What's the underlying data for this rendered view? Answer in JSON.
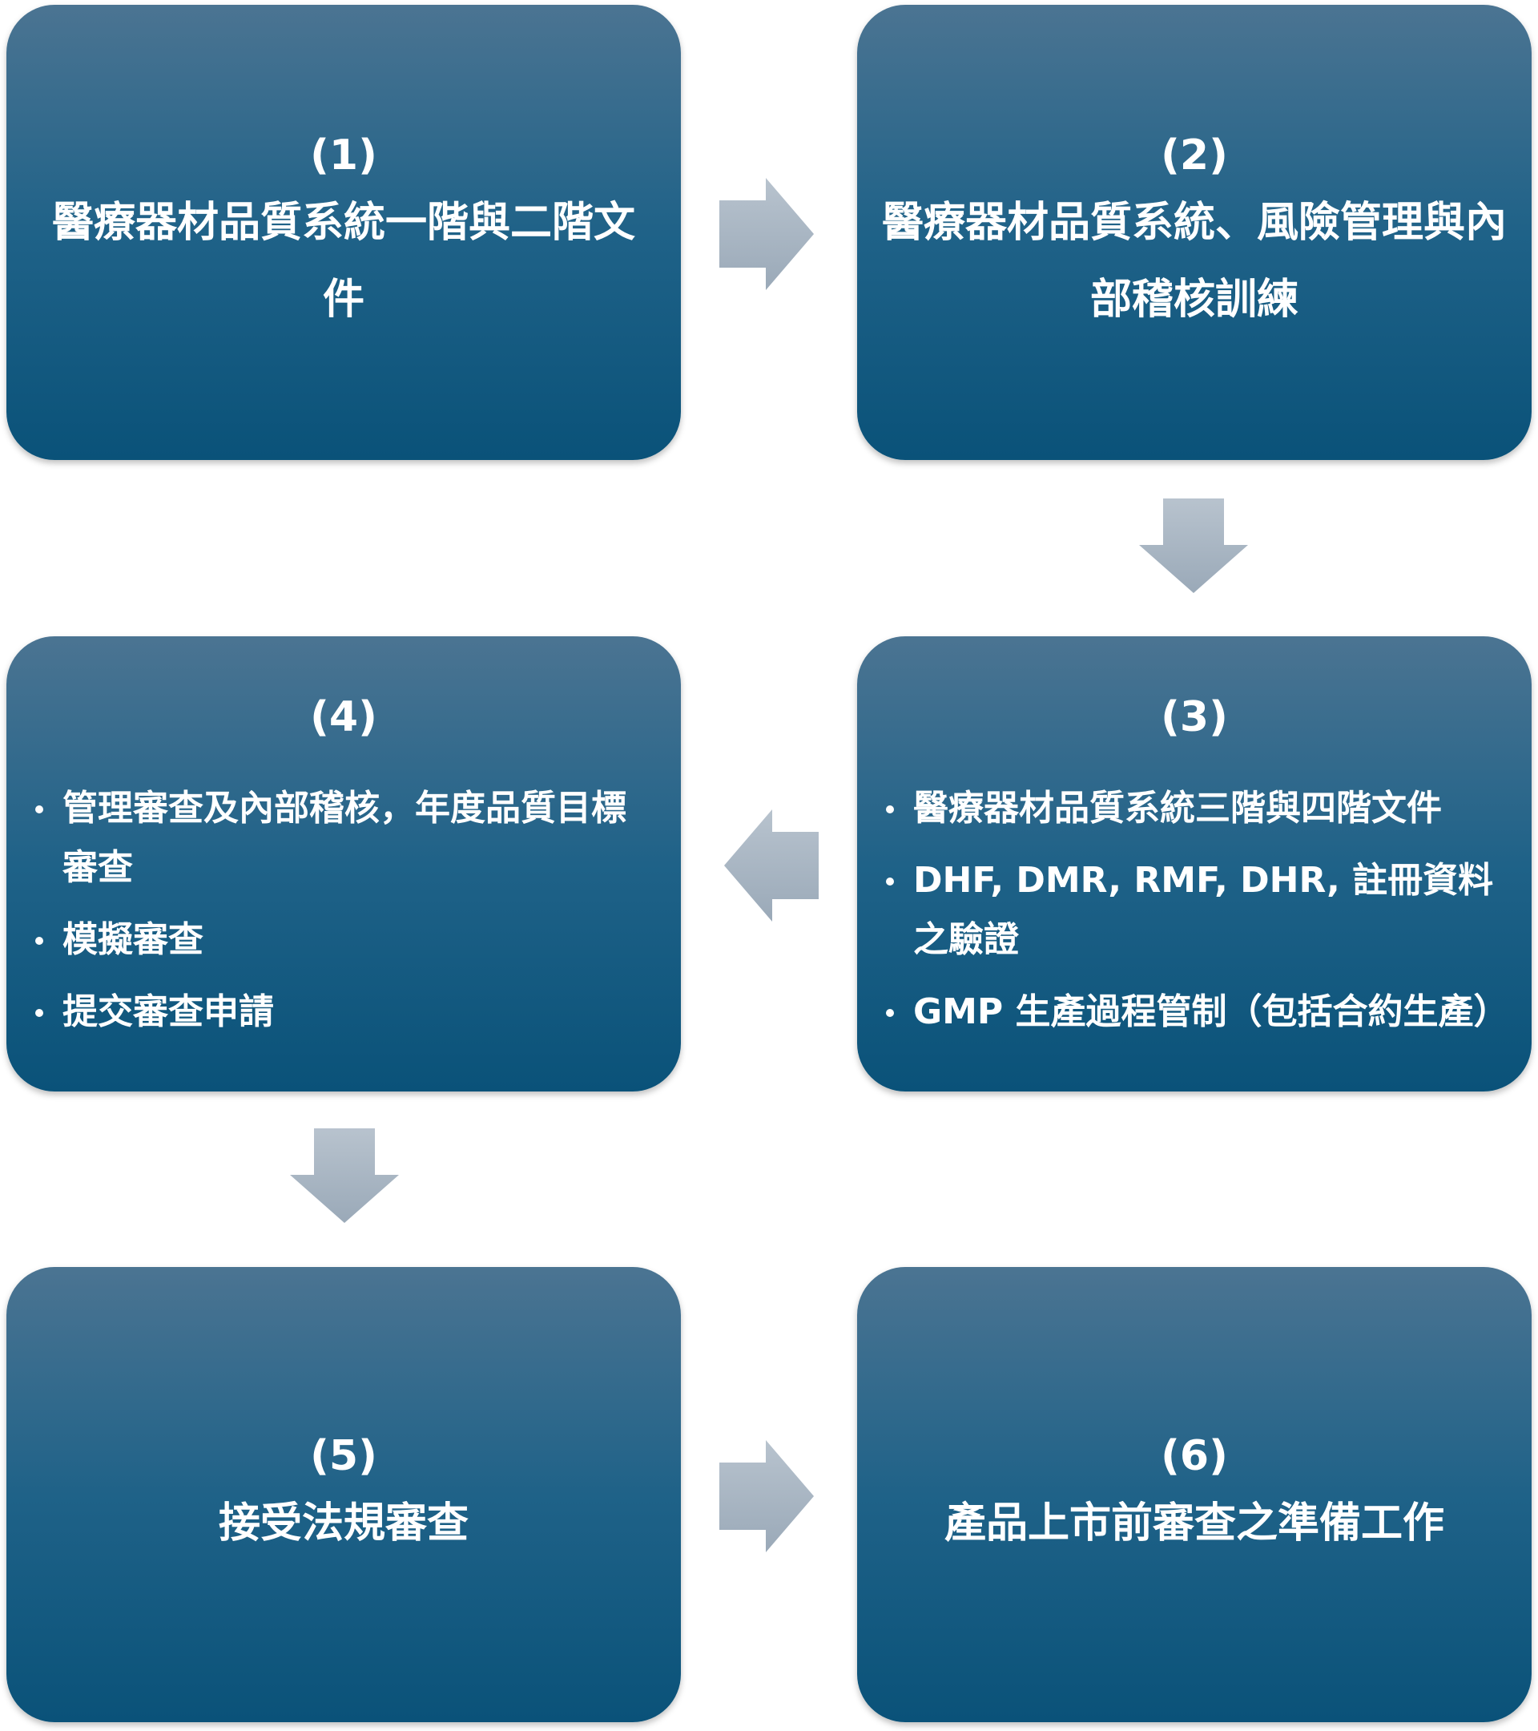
{
  "steps": [
    {
      "number": "(1)",
      "title": "醫療器材品質系統一階與二階文件"
    },
    {
      "number": "(2)",
      "title": "醫療器材品質系統、風險管理與內部稽核訓練"
    },
    {
      "number": "(3)",
      "items": [
        "醫療器材品質系統三階與四階文件",
        "DHF, DMR, RMF, DHR, 註冊資料之驗證",
        "GMP 生產過程管制（包括合約生產）"
      ]
    },
    {
      "number": "(4)",
      "items": [
        "管理審查及內部稽核，年度品質目標審查",
        "模擬審查",
        "提交審查申請"
      ]
    },
    {
      "number": "(5)",
      "title": "接受法規審查"
    },
    {
      "number": "(6)",
      "title": "產品上市前審查之準備工作"
    }
  ],
  "colors": {
    "box_top": "#4b7492",
    "box_bottom": "#0a5279",
    "arrow": "#a9b6c3"
  }
}
